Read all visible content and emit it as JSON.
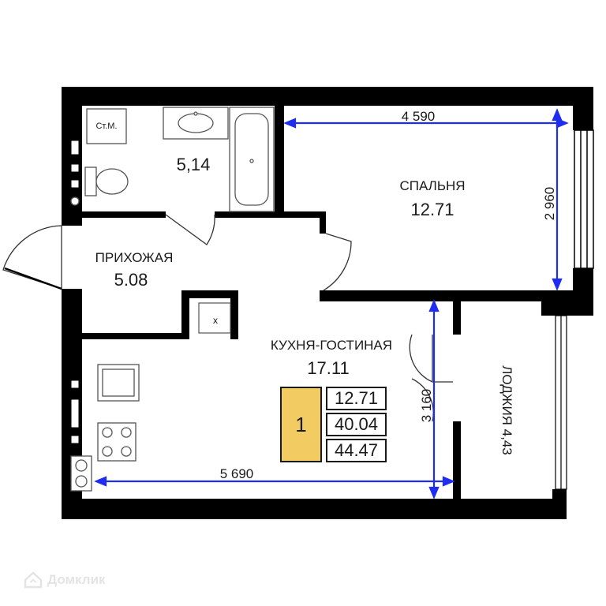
{
  "rooms": {
    "bathroom": {
      "area": "5,14",
      "cabinet_label": "Ст.М."
    },
    "bedroom": {
      "name": "СПАЛЬНЯ",
      "area": "12.71"
    },
    "hallway": {
      "name": "ПРИХОЖАЯ",
      "area": "5.08"
    },
    "kitchen": {
      "name": "КУХНЯ-ГОСТИНАЯ",
      "area": "17.11"
    },
    "loggia": {
      "name": "ЛОДЖИЯ 4,43"
    }
  },
  "dimensions": {
    "bedroom_width": "4 590",
    "bedroom_depth": "2 960",
    "kitchen_depth": "3 160",
    "kitchen_width": "5 690"
  },
  "shaft_mark": "x",
  "summary": {
    "rooms_count": "1",
    "living_area": "12.71",
    "area_without_balcony": "40.04",
    "total_area": "44.47"
  },
  "colors": {
    "wall": "#000000",
    "dimension": "#1f2df0",
    "summary_fill": "#f3cb63"
  },
  "watermark": {
    "text": "Домклик",
    "icon": "house-logo-icon"
  }
}
